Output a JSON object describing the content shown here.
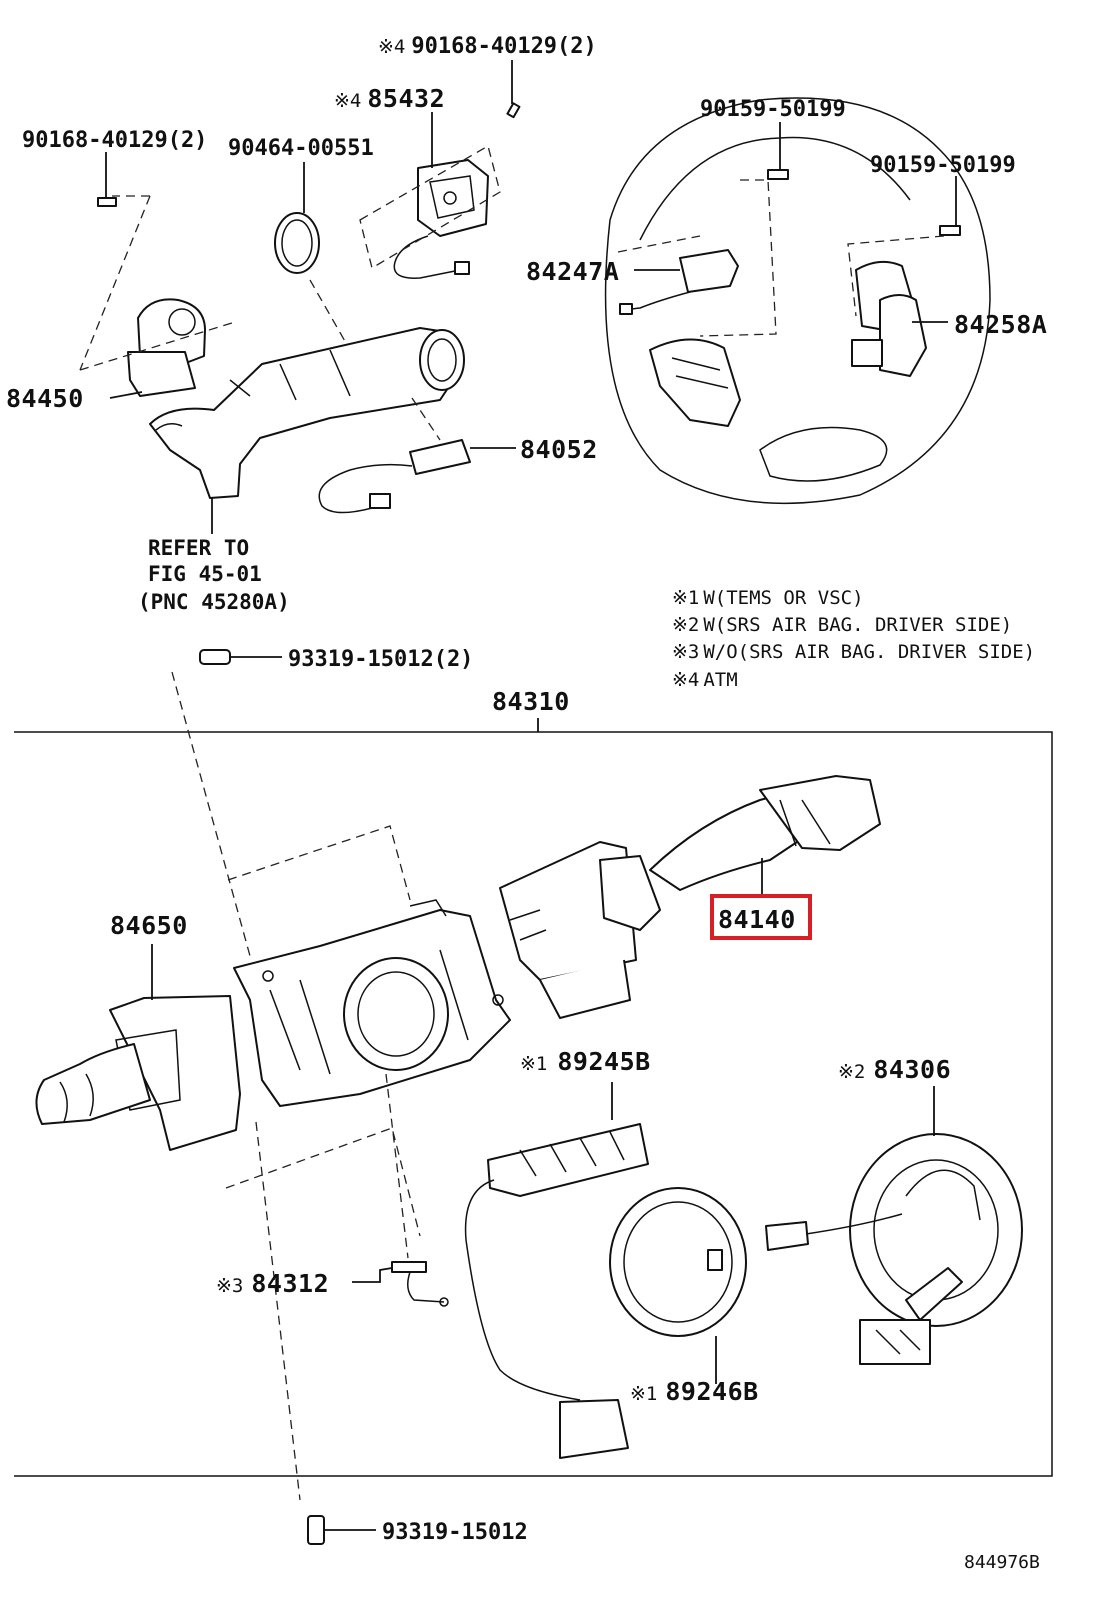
{
  "diagram": {
    "labels": {
      "top_screw": {
        "mark": "※4",
        "number": "90168-40129(2)"
      },
      "bracket": {
        "mark": "※4",
        "number": "85432"
      },
      "left_screw": {
        "number": "90168-40129(2)"
      },
      "clamp": {
        "number": "90464-00551"
      },
      "wheel_screw_1": {
        "number": "90159-50199"
      },
      "wheel_screw_2": {
        "number": "90159-50199"
      },
      "switch_left": {
        "number": "84247A"
      },
      "switch_right": {
        "number": "84258A"
      },
      "lock_switch": {
        "number": "84450"
      },
      "harness": {
        "number": "84052"
      },
      "combo_assembly": {
        "number": "84310"
      },
      "headlamp_switch": {
        "number": "84140"
      },
      "wiper_switch": {
        "number": "84650"
      },
      "sensor": {
        "mark": "※1",
        "number": "89245B"
      },
      "spiral_cable": {
        "mark": "※2",
        "number": "84306"
      },
      "ground_wire": {
        "mark": "※3",
        "number": "84312"
      },
      "ring": {
        "mark": "※1",
        "number": "89246B"
      },
      "assembly_screws": {
        "number": "93319-15012(2)"
      },
      "bottom_screw": {
        "number": "93319-15012"
      }
    },
    "refer": [
      "REFER TO",
      "FIG 45-01",
      "(PNC 45280A)"
    ],
    "notes": [
      {
        "mark": "※1",
        "text": "W(TEMS OR VSC)"
      },
      {
        "mark": "※2",
        "text": "W(SRS AIR BAG. DRIVER SIDE)"
      },
      {
        "mark": "※3",
        "text": "W/O(SRS AIR BAG. DRIVER SIDE)"
      },
      {
        "mark": "※4",
        "text": "ATM"
      }
    ],
    "drawing_code": "844976B",
    "highlight_color": "#d91f26"
  }
}
